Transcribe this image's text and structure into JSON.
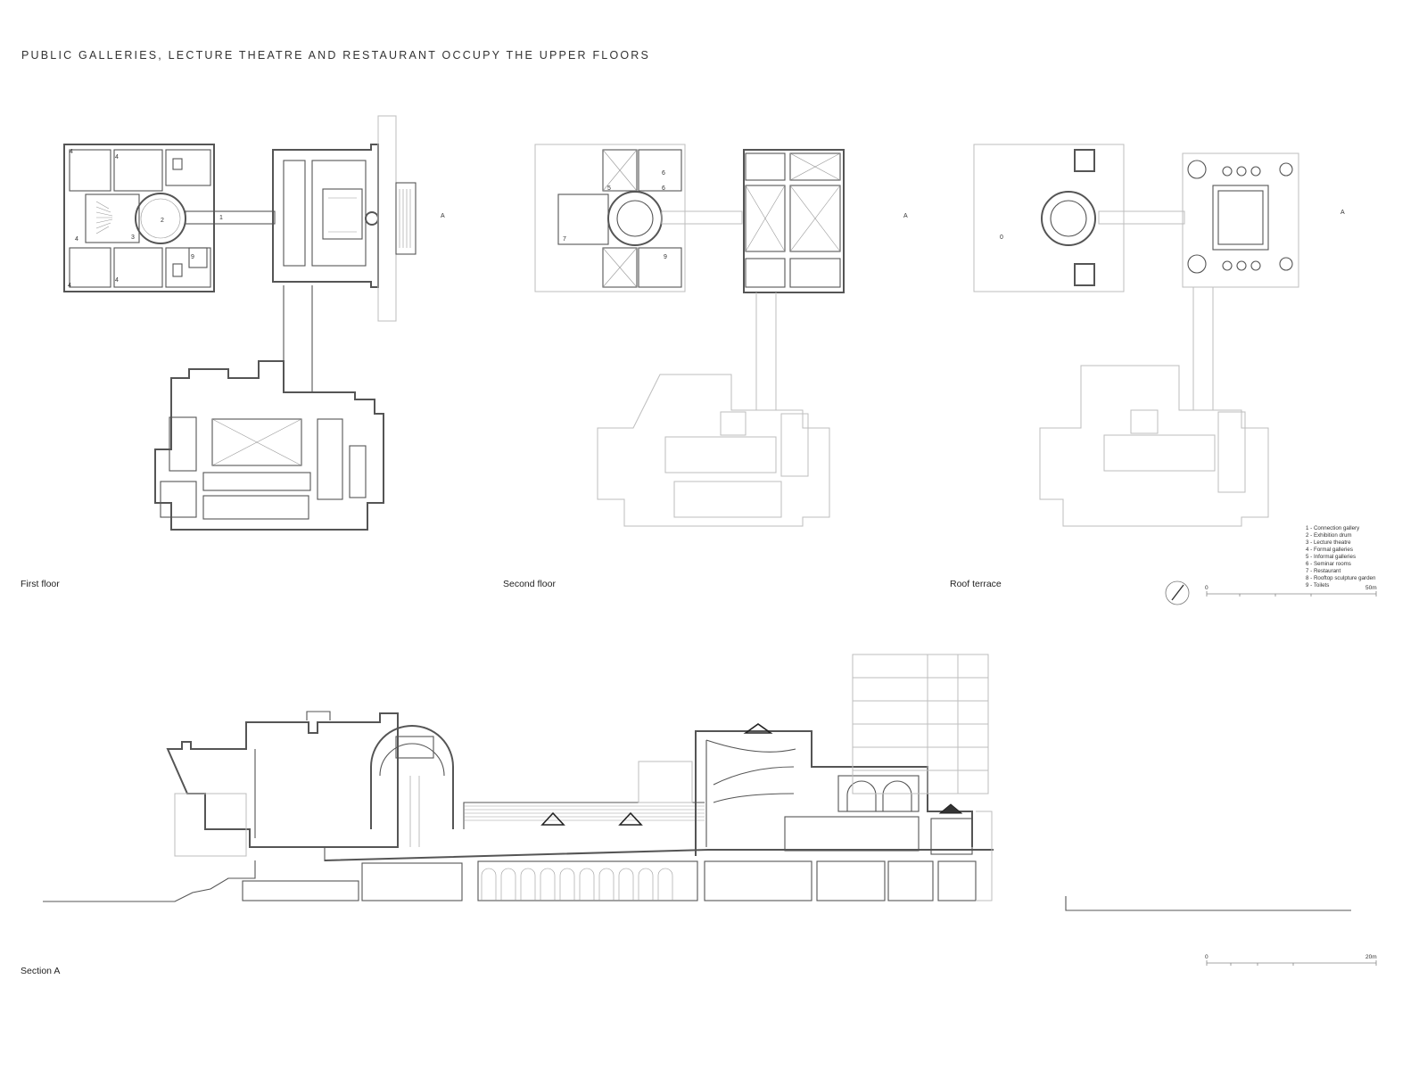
{
  "sheet": {
    "heading": "PUBLIC GALLERIES, LECTURE THEATRE AND RESTAURANT OCCUPY THE UPPER FLOORS"
  },
  "plans": [
    {
      "caption": "First floor"
    },
    {
      "caption": "Second floor"
    },
    {
      "caption": "Roof terrace"
    }
  ],
  "section": {
    "caption": "Section A",
    "cut_marker": "A"
  },
  "legend": [
    "1 - Connection gallery",
    "2 - Exhibition drum",
    "3 - Lecture theatre",
    "4 - Formal galleries",
    "5 - Informal galleries",
    "6 - Seminar rooms",
    "7 - Restaurant",
    "8 - Rooftop sculpture garden",
    "9 - Toilets"
  ],
  "room_numbers": {
    "first_floor": [
      "4",
      "4",
      "4",
      "4",
      "4",
      "2",
      "3",
      "1",
      "9"
    ],
    "second_floor": [
      "5",
      "6",
      "6",
      "7",
      "9"
    ],
    "roof_terrace": [
      "0"
    ]
  },
  "scale_bars": {
    "plan": {
      "start": "0",
      "end": "50m"
    },
    "section": {
      "start": "0",
      "end": "20m"
    }
  },
  "north_arrow": "north-arrow-icon",
  "colors": {
    "line_dark": "#555555",
    "line_light": "#bdbdbd",
    "text": "#222222"
  }
}
